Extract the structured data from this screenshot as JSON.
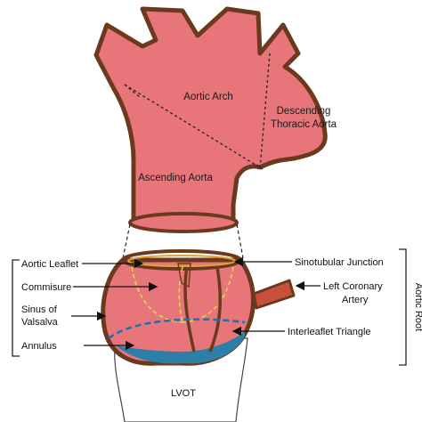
{
  "colors": {
    "tissue": "#e8757a",
    "outline": "#6b3a1e",
    "lvot": "#2b7fa8",
    "coronary": "#c8503a",
    "leaflet_lines": "#d8e04a",
    "dash_blue": "#1f6fb0"
  },
  "labels": {
    "aortic_arch": "Aortic Arch",
    "descending_1": "Descending",
    "descending_2": "Thoracic Aorta",
    "ascending": "Ascending Aorta",
    "aortic_leaflet": "Aortic Leaflet",
    "commisure": "Commisure",
    "sinus_1": "Sinus of",
    "sinus_2": "Valsalva",
    "annulus": "Annulus",
    "sinotubular": "Sinotubular Junction",
    "left_coronary_1": "Left Coronary",
    "left_coronary_2": "Artery",
    "interleaflet": "Interleaflet Triangle",
    "lvot": "LVOT",
    "aortic_root": "Aortic Root"
  }
}
